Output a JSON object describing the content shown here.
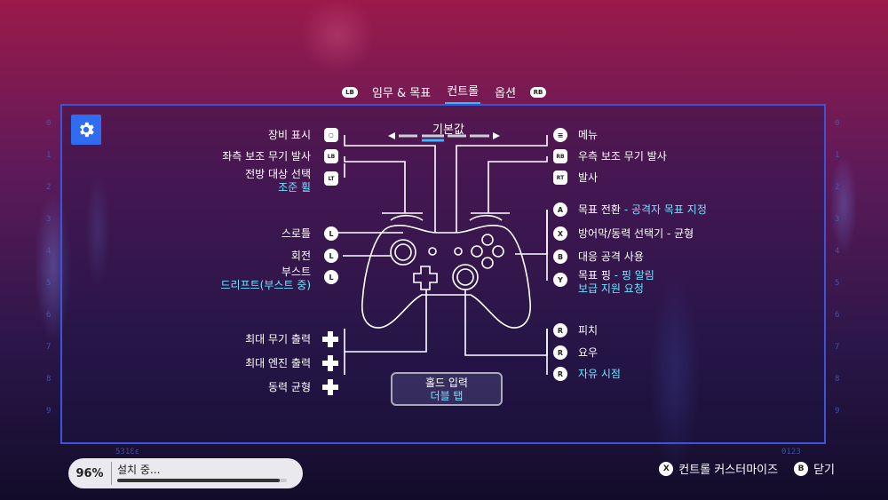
{
  "tabs": {
    "lb": "LB",
    "rb": "RB",
    "items": [
      "임무 & 목표",
      "컨트롤",
      "옵션"
    ]
  },
  "preset": {
    "label": "기본값"
  },
  "left_labels": {
    "equip": "장비 표시",
    "left_secondary": "좌측 보조 무기 발사",
    "forward_target": "전방 대상 선택",
    "zoom": "조준 휠",
    "throttle": "스로틀",
    "rotate": "회전",
    "boost": "부스트",
    "drift": "드리프트(부스트 중)",
    "max_weapon": "최대 무기 출력",
    "max_engine": "최대 엔진 출력",
    "power_balance": "동력 균형"
  },
  "right_labels": {
    "menu": "메뉴",
    "right_secondary": "우측 보조 무기 발사",
    "fire": "발사",
    "target_switch": "목표 전환",
    "target_switch_extra": "- 공격자 목표 지정",
    "shield": "방어막/동력 선택기 - 균형",
    "counter": "대응 공격 사용",
    "target_ping": "목표 핑",
    "target_ping_extra": "- 핑 알림",
    "supply": "보급 지원 요청",
    "pitch": "피치",
    "yaw": "요우",
    "free_look": "자유 시점"
  },
  "icons": {
    "lb": "LB",
    "rb": "RB",
    "lt": "LT",
    "rt": "RT",
    "l": "L",
    "r": "R",
    "a": "A",
    "x": "X",
    "b": "B",
    "y": "Y"
  },
  "hold": {
    "line1": "홀드 입력",
    "line2": "더블 탭"
  },
  "install": {
    "percent": "96%",
    "status": "설치 중...",
    "progress": 0.96
  },
  "actions": {
    "customize_btn": "X",
    "customize": "컨트롤 커스터마이즈",
    "close_btn": "B",
    "close": "닫기"
  },
  "colors": {
    "accent": "#37b6ff",
    "panel_border": "#3b55d8",
    "highlight": "#6fe3ff"
  }
}
